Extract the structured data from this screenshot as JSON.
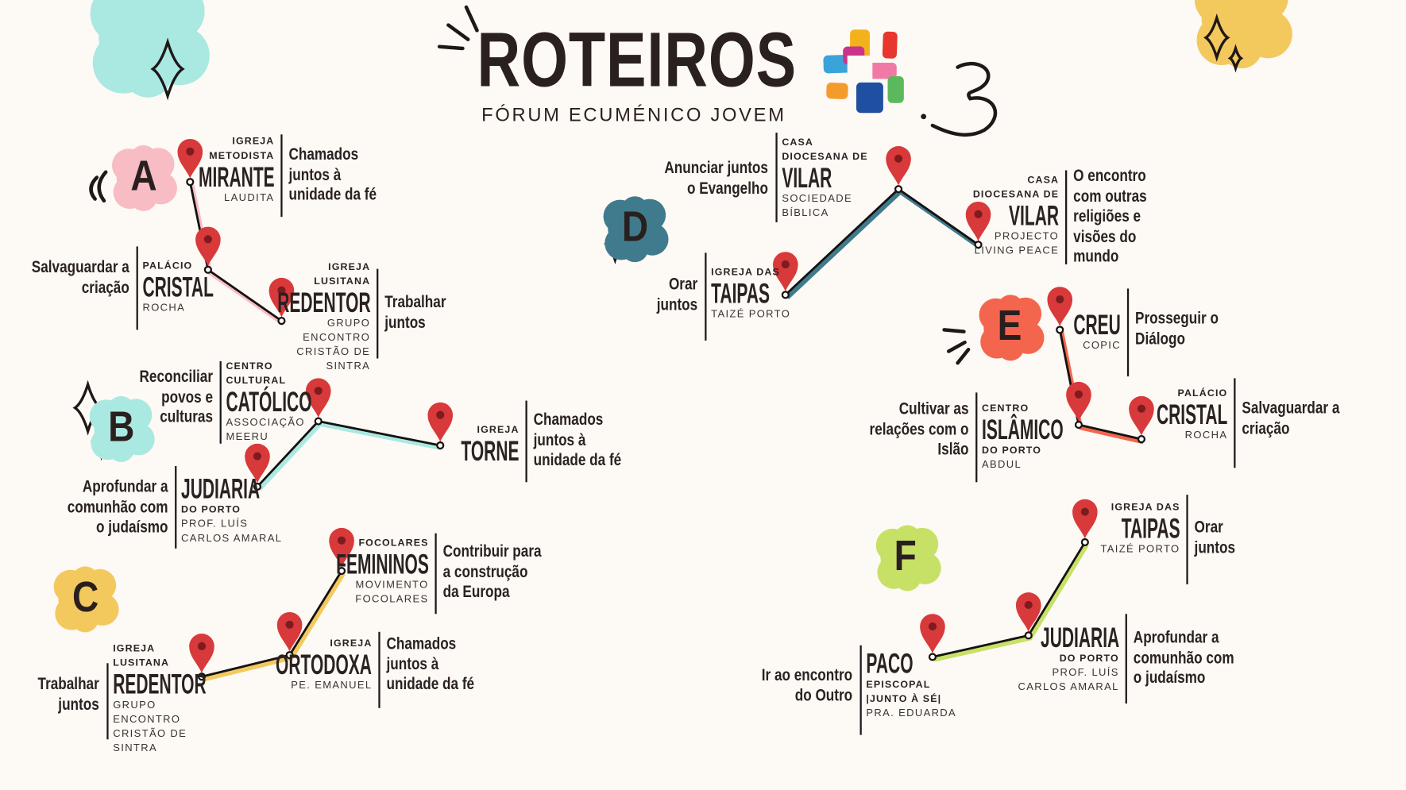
{
  "header": {
    "title": "ROTEIROS",
    "subtitle": "FÓRUM ECUMÉNICO JOVEM"
  },
  "colors": {
    "pin": "#d8393b",
    "pin_dot": "#7d1b1e",
    "background": "#fdf9f4"
  },
  "routes": [
    {
      "letter": "A",
      "color": "#f7bcc4",
      "stops": [
        {
          "pre": [
            "IGREJA",
            "METODISTA"
          ],
          "name": "MIRANTE",
          "post": [],
          "org": [
            "LAUDITA"
          ],
          "theme": [
            "Chamados",
            "juntos à",
            "unidade da fé"
          ]
        },
        {
          "pre": [
            "PALÁCIO"
          ],
          "name": "CRISTAL",
          "post": [],
          "org": [
            "ROCHA"
          ],
          "theme": [
            "Salvaguardar a",
            "criação"
          ]
        },
        {
          "pre": [
            "IGREJA",
            "LUSITANA"
          ],
          "name": "REDENTOR",
          "post": [],
          "org": [
            "GRUPO",
            "ENCONTRO",
            "CRISTÃO DE",
            "SINTRA"
          ],
          "theme": [
            "Trabalhar",
            "juntos"
          ]
        }
      ]
    },
    {
      "letter": "B",
      "color": "#a9e9e1",
      "stops": [
        {
          "pre": [
            "CENTRO",
            "CULTURAL"
          ],
          "name": "CATÓLICO",
          "post": [],
          "org": [
            "ASSOCIAÇÃO",
            "MEERU"
          ],
          "theme": [
            "Reconciliar",
            "povos e",
            "culturas"
          ]
        },
        {
          "pre": [
            "IGREJA"
          ],
          "name": "TORNE",
          "post": [],
          "org": [],
          "theme": [
            "Chamados",
            "juntos à",
            "unidade da fé"
          ]
        },
        {
          "pre": [],
          "name": "JUDIARIA",
          "post": [
            "DO PORTO"
          ],
          "org": [
            "PROF. LUÍS",
            "CARLOS AMARAL"
          ],
          "theme": [
            "Aprofundar a",
            "comunhão com",
            "o judaísmo"
          ]
        }
      ]
    },
    {
      "letter": "C",
      "color": "#f3c95e",
      "stops": [
        {
          "pre": [
            "IGREJA",
            "LUSITANA"
          ],
          "name": "REDENTOR",
          "post": [],
          "org": [
            "GRUPO",
            "ENCONTRO",
            "CRISTÃO DE",
            "SINTRA"
          ],
          "theme": [
            "Trabalhar",
            "juntos"
          ]
        },
        {
          "pre": [
            "IGREJA"
          ],
          "name": "ORTODOXA",
          "post": [],
          "org": [
            "PE. EMANUEL"
          ],
          "theme": [
            "Chamados",
            "juntos à",
            "unidade da fé"
          ]
        },
        {
          "pre": [
            "FOCOLARES"
          ],
          "name": "FEMININOS",
          "post": [],
          "org": [
            "MOVIMENTO",
            "FOCOLARES"
          ],
          "theme": [
            "Contribuir para",
            "a construção",
            "da Europa"
          ]
        }
      ]
    },
    {
      "letter": "D",
      "color": "#3f7b8d",
      "stops": [
        {
          "pre": [
            "IGREJA DAS"
          ],
          "name": "TAIPAS",
          "post": [],
          "org": [
            "TAIZÉ PORTO"
          ],
          "theme": [
            "Orar",
            "juntos"
          ]
        },
        {
          "pre": [
            "CASA",
            "DIOCESANA DE"
          ],
          "name": "VILAR",
          "post": [],
          "org": [
            "SOCIEDADE",
            "BÍBLICA"
          ],
          "theme": [
            "Anunciar juntos",
            "o Evangelho"
          ]
        },
        {
          "pre": [
            "CASA",
            "DIOCESANA DE"
          ],
          "name": "VILAR",
          "post": [],
          "org": [
            "PROJECTO",
            "LIVING PEACE"
          ],
          "theme": [
            "O encontro",
            "com outras",
            "religiões e",
            "visões do",
            "mundo"
          ]
        }
      ]
    },
    {
      "letter": "E",
      "color": "#f4654d",
      "stops": [
        {
          "pre": [],
          "name": "CREU",
          "post": [],
          "org": [
            "COPIC"
          ],
          "theme": [
            "Prosseguir o",
            "Diálogo"
          ]
        },
        {
          "pre": [
            "CENTRO"
          ],
          "name": "ISLÂMICO",
          "post": [
            "DO PORTO"
          ],
          "org": [
            "ABDUL"
          ],
          "theme": [
            "Cultivar as",
            "relações com o",
            "Islão"
          ]
        },
        {
          "pre": [
            "PALÁCIO"
          ],
          "name": "CRISTAL",
          "post": [],
          "org": [
            "ROCHA"
          ],
          "theme": [
            "Salvaguardar a",
            "criação"
          ]
        }
      ]
    },
    {
      "letter": "F",
      "color": "#c6e165",
      "stops": [
        {
          "pre": [
            "IGREJA DAS"
          ],
          "name": "TAIPAS",
          "post": [],
          "org": [
            "TAIZÉ PORTO"
          ],
          "theme": [
            "Orar",
            "juntos"
          ]
        },
        {
          "pre": [],
          "name": "JUDIARIA",
          "post": [
            "DO PORTO"
          ],
          "org": [
            "PROF. LUÍS",
            "CARLOS AMARAL"
          ],
          "theme": [
            "Aprofundar a",
            "comunhão com",
            "o judaísmo"
          ]
        },
        {
          "pre": [],
          "name": "PACO",
          "post": [
            "EPISCOPAL",
            "|JUNTO À SÉ|"
          ],
          "org": [
            "PRA. EDUARDA"
          ],
          "theme": [
            "Ir ao encontro",
            "do Outro"
          ]
        }
      ]
    }
  ]
}
